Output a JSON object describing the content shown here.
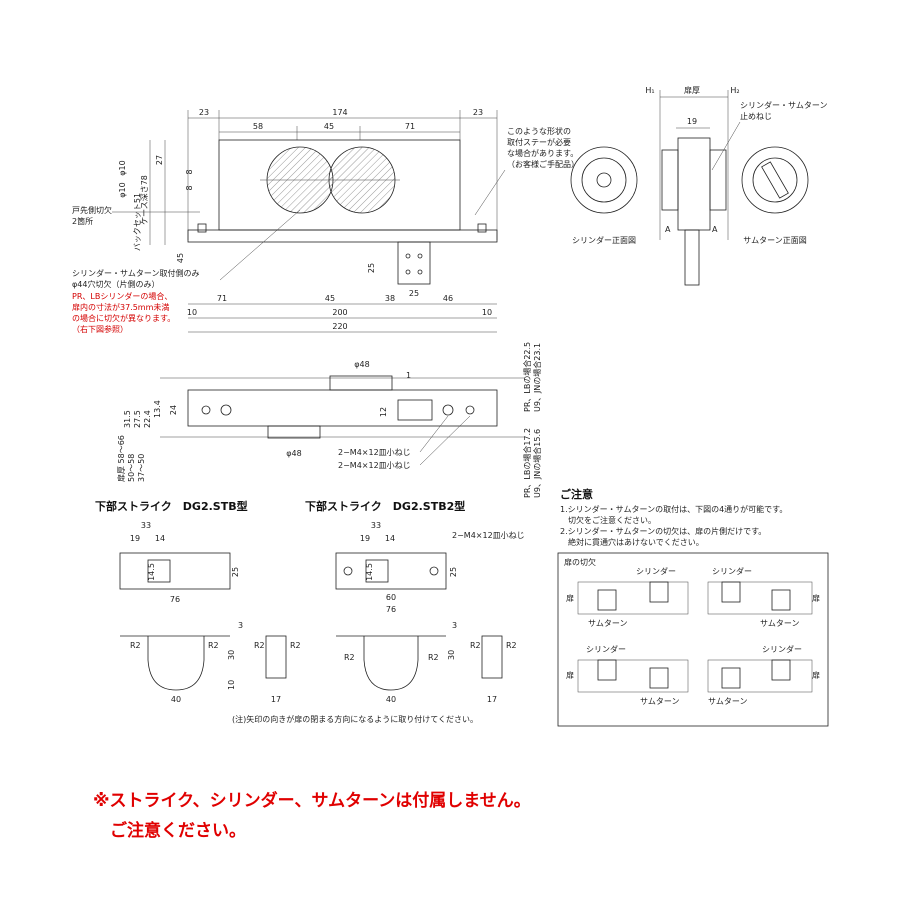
{
  "top_view": {
    "dims_top": [
      "23",
      "174",
      "23"
    ],
    "dims_sub": [
      "58",
      "45",
      "71"
    ],
    "dims_bottom1": [
      "71",
      "45",
      "38",
      "46"
    ],
    "dims_bottom2": [
      "10",
      "200",
      "10"
    ],
    "dim_total": "220",
    "dim_25": "25",
    "dim_25b": "25",
    "left_dims": [
      "27",
      "8",
      "8",
      "45"
    ],
    "left_vert_labels": [
      "φ10",
      "φ10",
      "ケース深さ78",
      "バックセット51"
    ],
    "note_stay": [
      "このような形状の",
      "取付ステーが必要",
      "な場合があります。",
      "（お客様ご手配品）"
    ],
    "note_cut": [
      "戸先側切欠",
      "2箇所"
    ],
    "note_cyl": [
      "シリンダー・サムターン取付側のみ",
      "φ44穴切欠（片側のみ）"
    ],
    "note_red": [
      "PR、LBシリンダーの場合、",
      "扉内の寸法が37.5mm未満",
      "の場合に切欠が異なります。"
    ],
    "note_ref": "（右下図参照）"
  },
  "side_view": {
    "dim_door": "扉厚",
    "h1": "H₁",
    "h2": "H₂",
    "dim_19": "19",
    "screw_label": [
      "シリンダー・サムターン",
      "止めねじ"
    ],
    "a_marks": [
      "A",
      "A"
    ],
    "cyl_front": "シリンダー正面図",
    "thumb_front": "サムターン正面図"
  },
  "bottom_view": {
    "phi48_top": "φ48",
    "phi48_bottom": "φ48",
    "dim_12": "12",
    "dim_24": "24",
    "dim_1": "1",
    "left_labels": [
      "31.5",
      "27.5",
      "22.4",
      "13.4"
    ],
    "door_range": [
      "扉厚 58～66",
      "50～58",
      "37～50"
    ],
    "screws": [
      "2−M4×12皿小ねじ",
      "2−M4×12皿小ねじ"
    ],
    "right_top": [
      "PR、LBの場合22.5",
      "U9、JNの場合23.1"
    ],
    "right_bottom": [
      "PR、LBの場合17.2",
      "U9、JNの場合15.6"
    ]
  },
  "strike1": {
    "title": "下部ストライク　DG2.STB型",
    "dims": [
      "33",
      "19",
      "14",
      "14.5",
      "25",
      "76",
      "3",
      "R2",
      "R2",
      "30",
      "10",
      "40",
      "17",
      "R2",
      "R2"
    ]
  },
  "strike2": {
    "title": "下部ストライク　DG2.STB2型",
    "screw": "2−M4×12皿小ねじ",
    "dims": [
      "33",
      "19",
      "14",
      "14.5",
      "25",
      "60",
      "76",
      "3",
      "R2",
      "R2",
      "30",
      "40",
      "17",
      "R2",
      "R2"
    ]
  },
  "caution": {
    "title": "ご注意",
    "lines": [
      "1.シリンダー・サムターンの取付は、下図の4通りが可能です。",
      "　切欠をご注意ください。",
      "2.シリンダー・サムターンの切欠は、扉の片側だけです。",
      "　絶対に貫通穴はあけないでください。"
    ],
    "box_title": "扉の切欠",
    "labels": {
      "cyl": "シリンダー",
      "thumb": "サムターン",
      "door": "扉"
    }
  },
  "arrow_note": "(注)矢印の向きが扉の閉まる方向になるように取り付けてください。",
  "notice": {
    "line1": "※ストライク、シリンダー、サムターンは付属しません。",
    "line2": "ご注意ください。"
  }
}
